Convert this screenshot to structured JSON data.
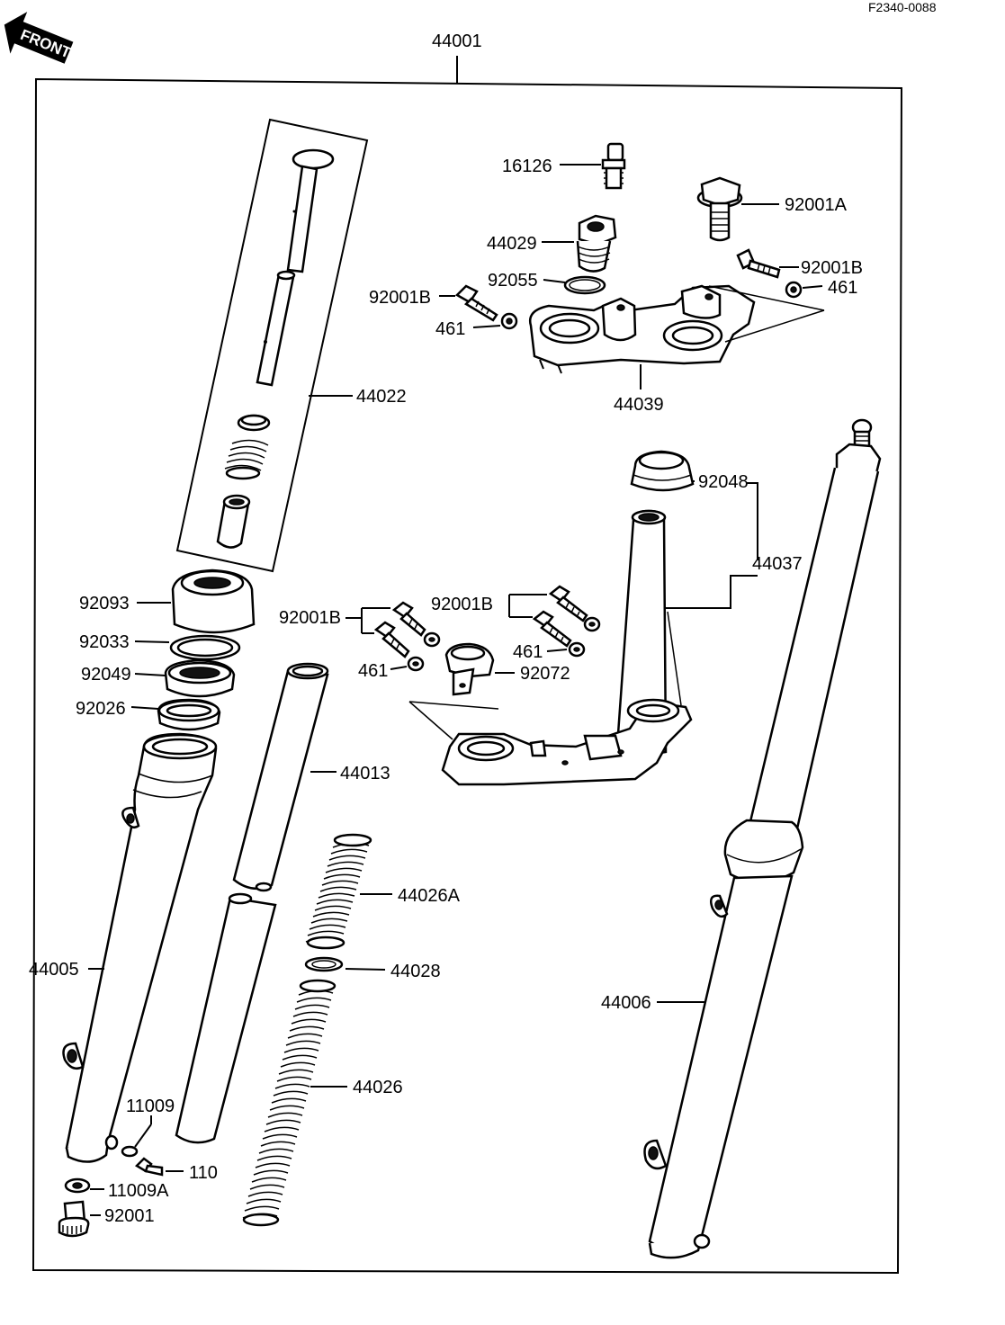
{
  "drawing_code": "F2340-0088",
  "front_label": "FRONT",
  "assembly_label": "44001",
  "labels": {
    "p16126": "16126",
    "p92001A": "92001A",
    "p44029": "44029",
    "p92001B_top_right": "92001B",
    "p92055": "92055",
    "p461_top_right": "461",
    "p92001B_top_left": "92001B",
    "p461_top_left": "461",
    "p44039": "44039",
    "p44022": "44022",
    "p92048": "92048",
    "p44037": "44037",
    "p92093": "92093",
    "p92001B_mid_right": "92001B",
    "p92001B_mid_left": "92001B",
    "p92033": "92033",
    "p461_mid_right": "461",
    "p92049": "92049",
    "p461_mid_left": "461",
    "p92072": "92072",
    "p92026": "92026",
    "p44013": "44013",
    "p44026A": "44026A",
    "p44028": "44028",
    "p44005": "44005",
    "p44006": "44006",
    "p44026": "44026",
    "p11009": "11009",
    "p110": "110",
    "p11009A": "11009A",
    "p92001": "92001"
  }
}
